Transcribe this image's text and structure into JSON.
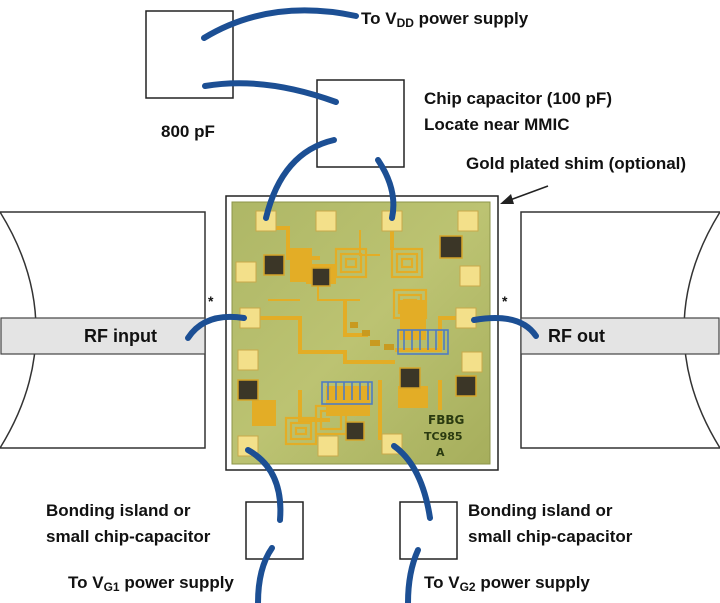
{
  "labels": {
    "vdd_prefix": "To V",
    "vdd_sub": "DD",
    "vdd_suffix": " power supply",
    "cap_800": "800 pF",
    "chip_cap_line1": "Chip capacitor (100 pF)",
    "chip_cap_line2": "Locate near MMIC",
    "gold_shim": "Gold plated shim (optional)",
    "rf_input": "RF input",
    "rf_out": "RF out",
    "asterisk_left": "*",
    "asterisk_right": "*",
    "bond_left_line1": "Bonding island or",
    "bond_left_line2": "small chip-capacitor",
    "bond_right_line1": "Bonding island or",
    "bond_right_line2": "small chip-capacitor",
    "vg1_prefix": "To V",
    "vg1_sub": "G1",
    "vg1_suffix": " power supply",
    "vg2_prefix": "To V",
    "vg2_sub": "G2",
    "vg2_suffix": " power supply"
  },
  "chip_marking": {
    "line1": "FBBG",
    "line2": "TC985",
    "line3": "A"
  },
  "colors": {
    "bond_wire": "#1c4f94",
    "chip_die": "#b3bb69",
    "gold": "#e7b22a",
    "pad": "#f2e08a",
    "capacitor": "#3a3526",
    "transmission_line": "#e6e6e6"
  }
}
